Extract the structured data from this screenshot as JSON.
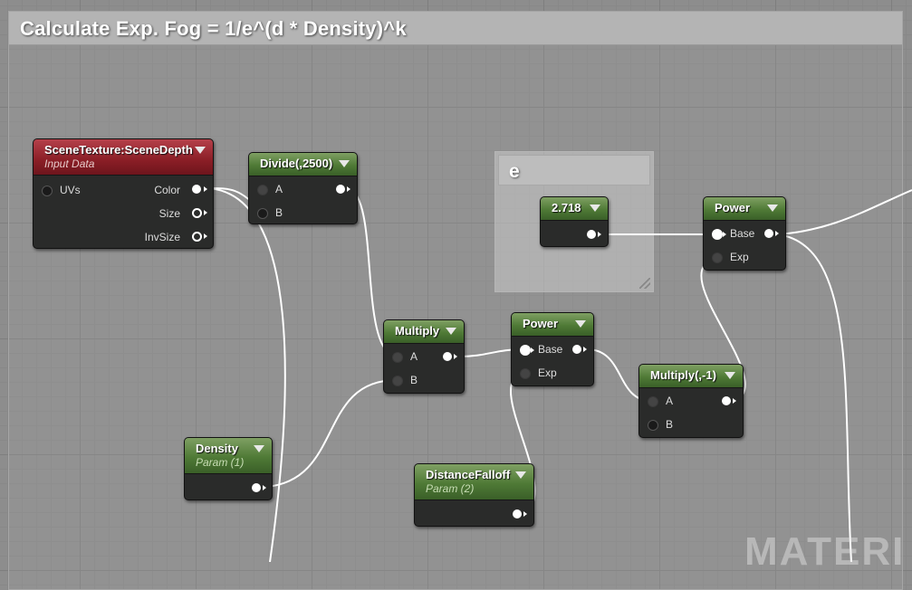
{
  "comment": {
    "title": "Calculate Exp. Fog = 1/e^(d * Density)^k"
  },
  "inner_comment": {
    "title": "e"
  },
  "nodes": {
    "scene_texture": {
      "title": "SceneTexture:SceneDepth",
      "subtitle": "Input Data",
      "input": "UVs",
      "outputs": [
        "Color",
        "Size",
        "InvSize"
      ]
    },
    "divide": {
      "title": "Divide(,2500)",
      "inputs": [
        "A",
        "B"
      ]
    },
    "constant": {
      "title": "2.718"
    },
    "power_top": {
      "title": "Power",
      "inputs": [
        "Base",
        "Exp"
      ]
    },
    "multiply": {
      "title": "Multiply",
      "inputs": [
        "A",
        "B"
      ]
    },
    "power_mid": {
      "title": "Power",
      "inputs": [
        "Base",
        "Exp"
      ]
    },
    "multiply_neg": {
      "title": "Multiply(,-1)",
      "inputs": [
        "A",
        "B"
      ]
    },
    "density": {
      "title": "Density",
      "subtitle": "Param (1)"
    },
    "distance_falloff": {
      "title": "DistanceFalloff",
      "subtitle": "Param (2)"
    }
  },
  "watermark": "MATERI",
  "colors": {
    "param_header": "#4f7a36",
    "input_header": "#8a1e26",
    "node_body": "#2a2b2a",
    "wire": "#ffffff"
  }
}
